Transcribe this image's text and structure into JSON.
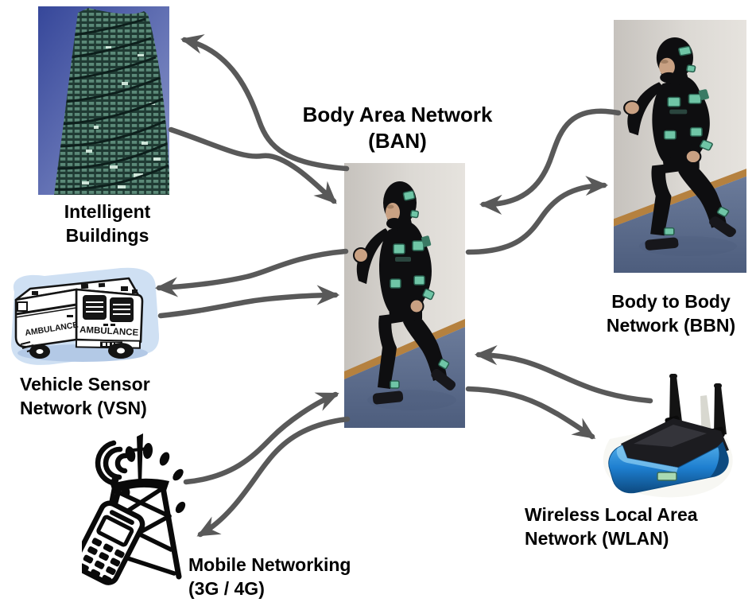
{
  "diagram": {
    "title": {
      "line1": "Body Area Network",
      "line2": "(BAN)"
    },
    "nodes": {
      "buildings": {
        "line1": "Intelligent",
        "line2": "Buildings"
      },
      "vsn": {
        "line1": "Vehicle Sensor",
        "line2": "Network (VSN)"
      },
      "mobile": {
        "line1": "Mobile Networking",
        "line2": "(3G / 4G)"
      },
      "wlan": {
        "line1": "Wireless Local Area",
        "line2": "Network (WLAN)"
      },
      "bbn": {
        "line1": "Body to Body",
        "line2": "Network (BBN)"
      }
    },
    "ambulance": {
      "side_text": "AMBULANCE",
      "rear_text": "AMBULANCE"
    },
    "colors": {
      "arrow": "#595959",
      "label_text": "#000000",
      "background": "#ffffff",
      "sensor_teal": "#6fc5a6",
      "router_blue": "#1e7fd0",
      "ambulance_halo": "#cfe0f3"
    },
    "connections": [
      {
        "from": "Body Area Network (BAN)",
        "to": "Intelligent Buildings",
        "bidirectional": true
      },
      {
        "from": "Body Area Network (BAN)",
        "to": "Body to Body Network (BBN)",
        "bidirectional": true
      },
      {
        "from": "Body Area Network (BAN)",
        "to": "Vehicle Sensor Network (VSN)",
        "bidirectional": true
      },
      {
        "from": "Body Area Network (BAN)",
        "to": "Mobile Networking (3G / 4G)",
        "bidirectional": true
      },
      {
        "from": "Body Area Network (BAN)",
        "to": "Wireless Local Area Network (WLAN)",
        "bidirectional": true
      }
    ]
  }
}
